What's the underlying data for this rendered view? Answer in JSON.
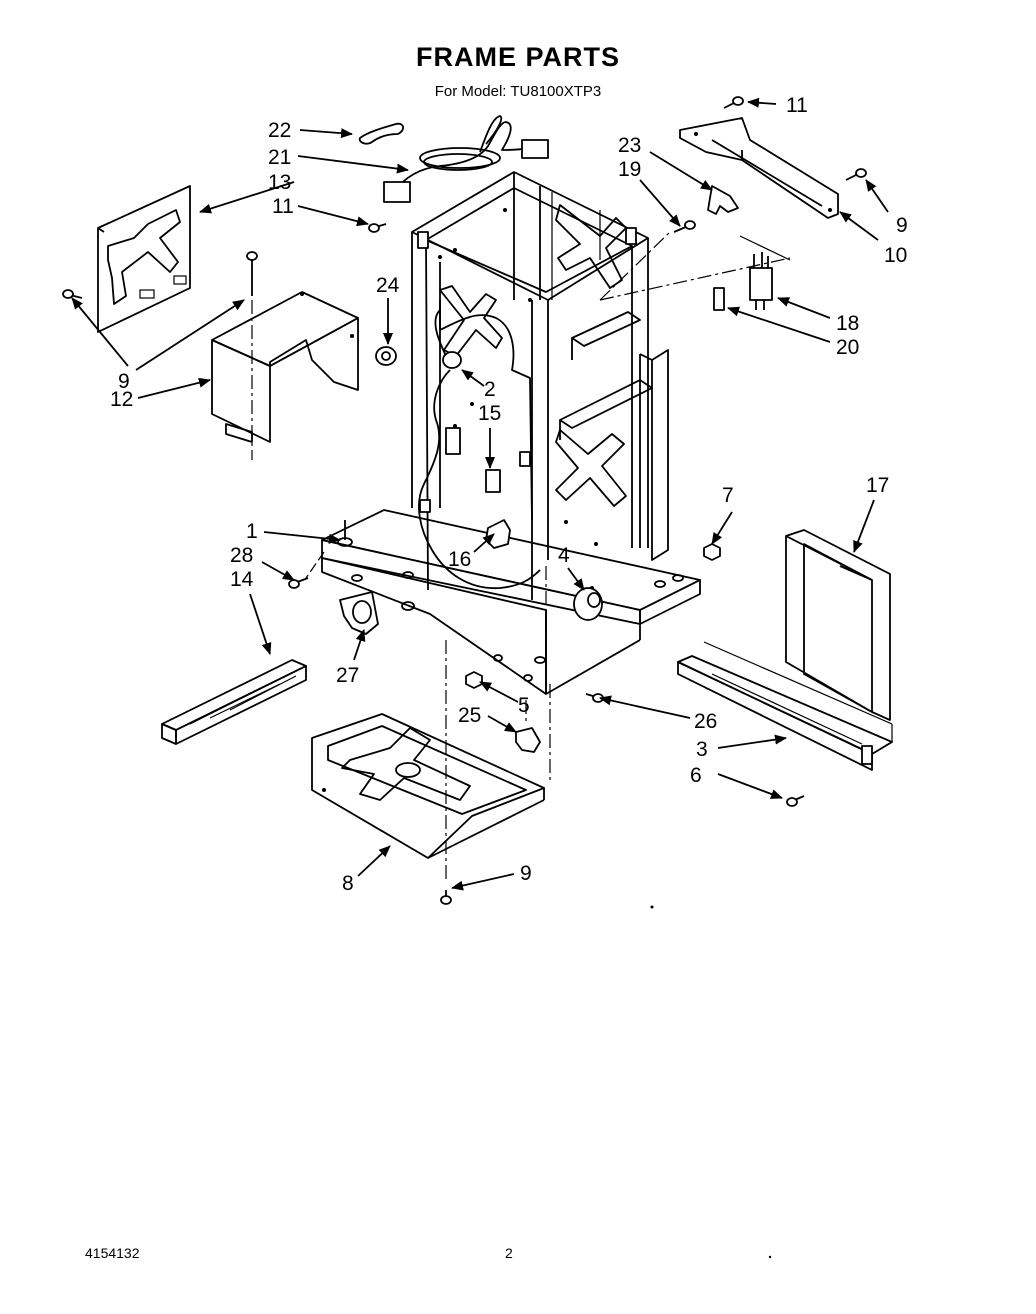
{
  "header": {
    "title": "FRAME PARTS",
    "model": "For Model: TU8100XTP3"
  },
  "footer": {
    "doc_number": "4154132",
    "page": "2"
  },
  "callouts": {
    "c1": "1",
    "c2": "2",
    "c3": "3",
    "c4": "4",
    "c5": "5",
    "c6": "6",
    "c7": "7",
    "c8": "8",
    "c9a": "9",
    "c9b": "9",
    "c9c": "9",
    "c10": "10",
    "c11a": "11",
    "c11b": "11",
    "c12": "12",
    "c13": "13",
    "c14": "14",
    "c15": "15",
    "c16": "16",
    "c17": "17",
    "c18": "18",
    "c19": "19",
    "c20": "20",
    "c21": "21",
    "c22": "22",
    "c23": "23",
    "c24": "24",
    "c25": "25",
    "c26": "26",
    "c27": "27",
    "c28": "28"
  }
}
